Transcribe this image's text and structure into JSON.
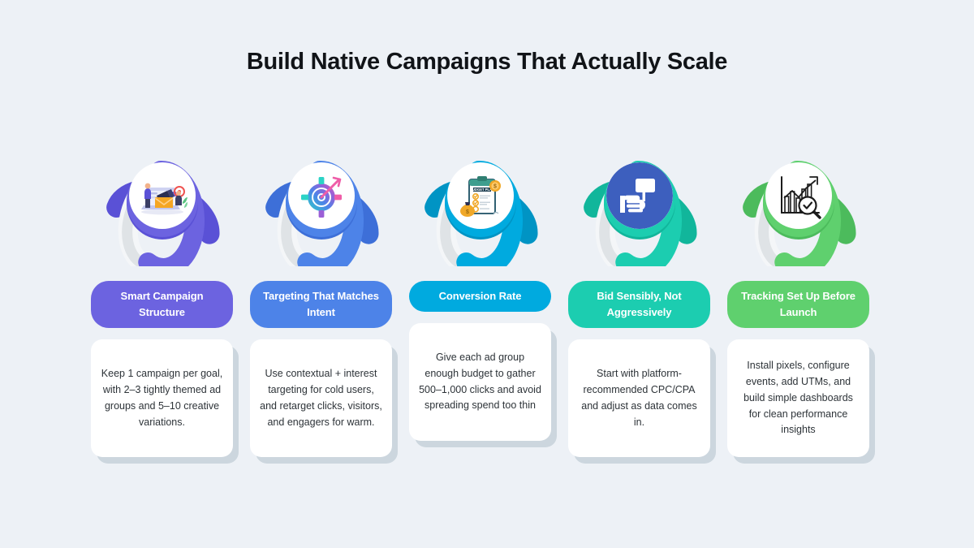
{
  "header": {
    "title": "Build Native Campaigns That Actually Scale"
  },
  "theme": {
    "background": "#edf1f6",
    "title_color": "#111418",
    "card_background": "#ffffff",
    "card_shadow": "#ccd6de",
    "body_text_color": "#2d3338",
    "ring_backside": "#dfe3e6"
  },
  "steps": [
    {
      "label": "Smart Campaign Structure",
      "body": "Keep 1 campaign per goal, with 2–3 tightly themed ad groups and 5–10 creative variations.",
      "color": "#6c63e0",
      "color_dark": "#5a51d6",
      "color_light": "#8b83ec",
      "icon": "email-marketing-laptop-icon",
      "pill_lines": 1
    },
    {
      "label": "Targeting That Matches Intent",
      "body": "Use contextual + interest targeting for cold users, and retarget clicks, visitors, and engagers for warm.",
      "color": "#4d83e8",
      "color_dark": "#3d6fd8",
      "color_light": "#6d9bf0",
      "icon": "target-crosshair-arrow-icon",
      "pill_lines": 2
    },
    {
      "label": "Conversion Rate",
      "body": "Give each ad group enough budget to gather 500–1,000 clicks and avoid spreading spend too thin",
      "color": "#00aadf",
      "color_dark": "#0094c4",
      "color_light": "#2bbde9",
      "icon": "budget-plan-clipboard-icon",
      "pill_lines": 1
    },
    {
      "label": "Bid Sensibly, Not Aggressively",
      "body": "Start with platform-recommended CPC/CPA and adjust as data comes in.",
      "color": "#1ccdb0",
      "color_dark": "#11b69b",
      "color_light": "#45dcc3",
      "icon": "hand-bid-paddle-icon",
      "pill_lines": 2
    },
    {
      "label": "Tracking Set Up Before Launch",
      "body": "Install pixels, configure events, add UTMs, and build simple dashboards for clean performance insights",
      "color": "#5fd06e",
      "color_dark": "#4cbb5c",
      "color_light": "#82dd8e",
      "icon": "bar-chart-magnifier-check-icon",
      "pill_lines": 2
    }
  ]
}
